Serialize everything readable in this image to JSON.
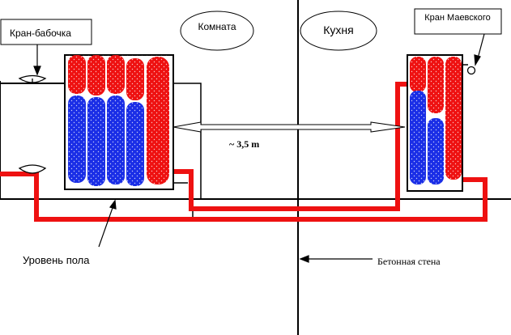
{
  "labels": {
    "butterfly_valve": "Кран-бабочка",
    "room": "Комната",
    "kitchen": "Кухня",
    "mayevsky_valve": "Кран Маевского",
    "distance": "~ 3,5 m",
    "floor_level": "Уровень пола",
    "concrete_wall": "Бетонная стена"
  },
  "colors": {
    "hot": "#ee1111",
    "cold": "#1a2ee6",
    "outline": "#000000",
    "background": "#ffffff"
  },
  "radiators": {
    "room": {
      "hot_sections": 5,
      "cold_sections": 4
    },
    "kitchen": {
      "hot_sections": 3,
      "cold_sections": 2
    }
  }
}
